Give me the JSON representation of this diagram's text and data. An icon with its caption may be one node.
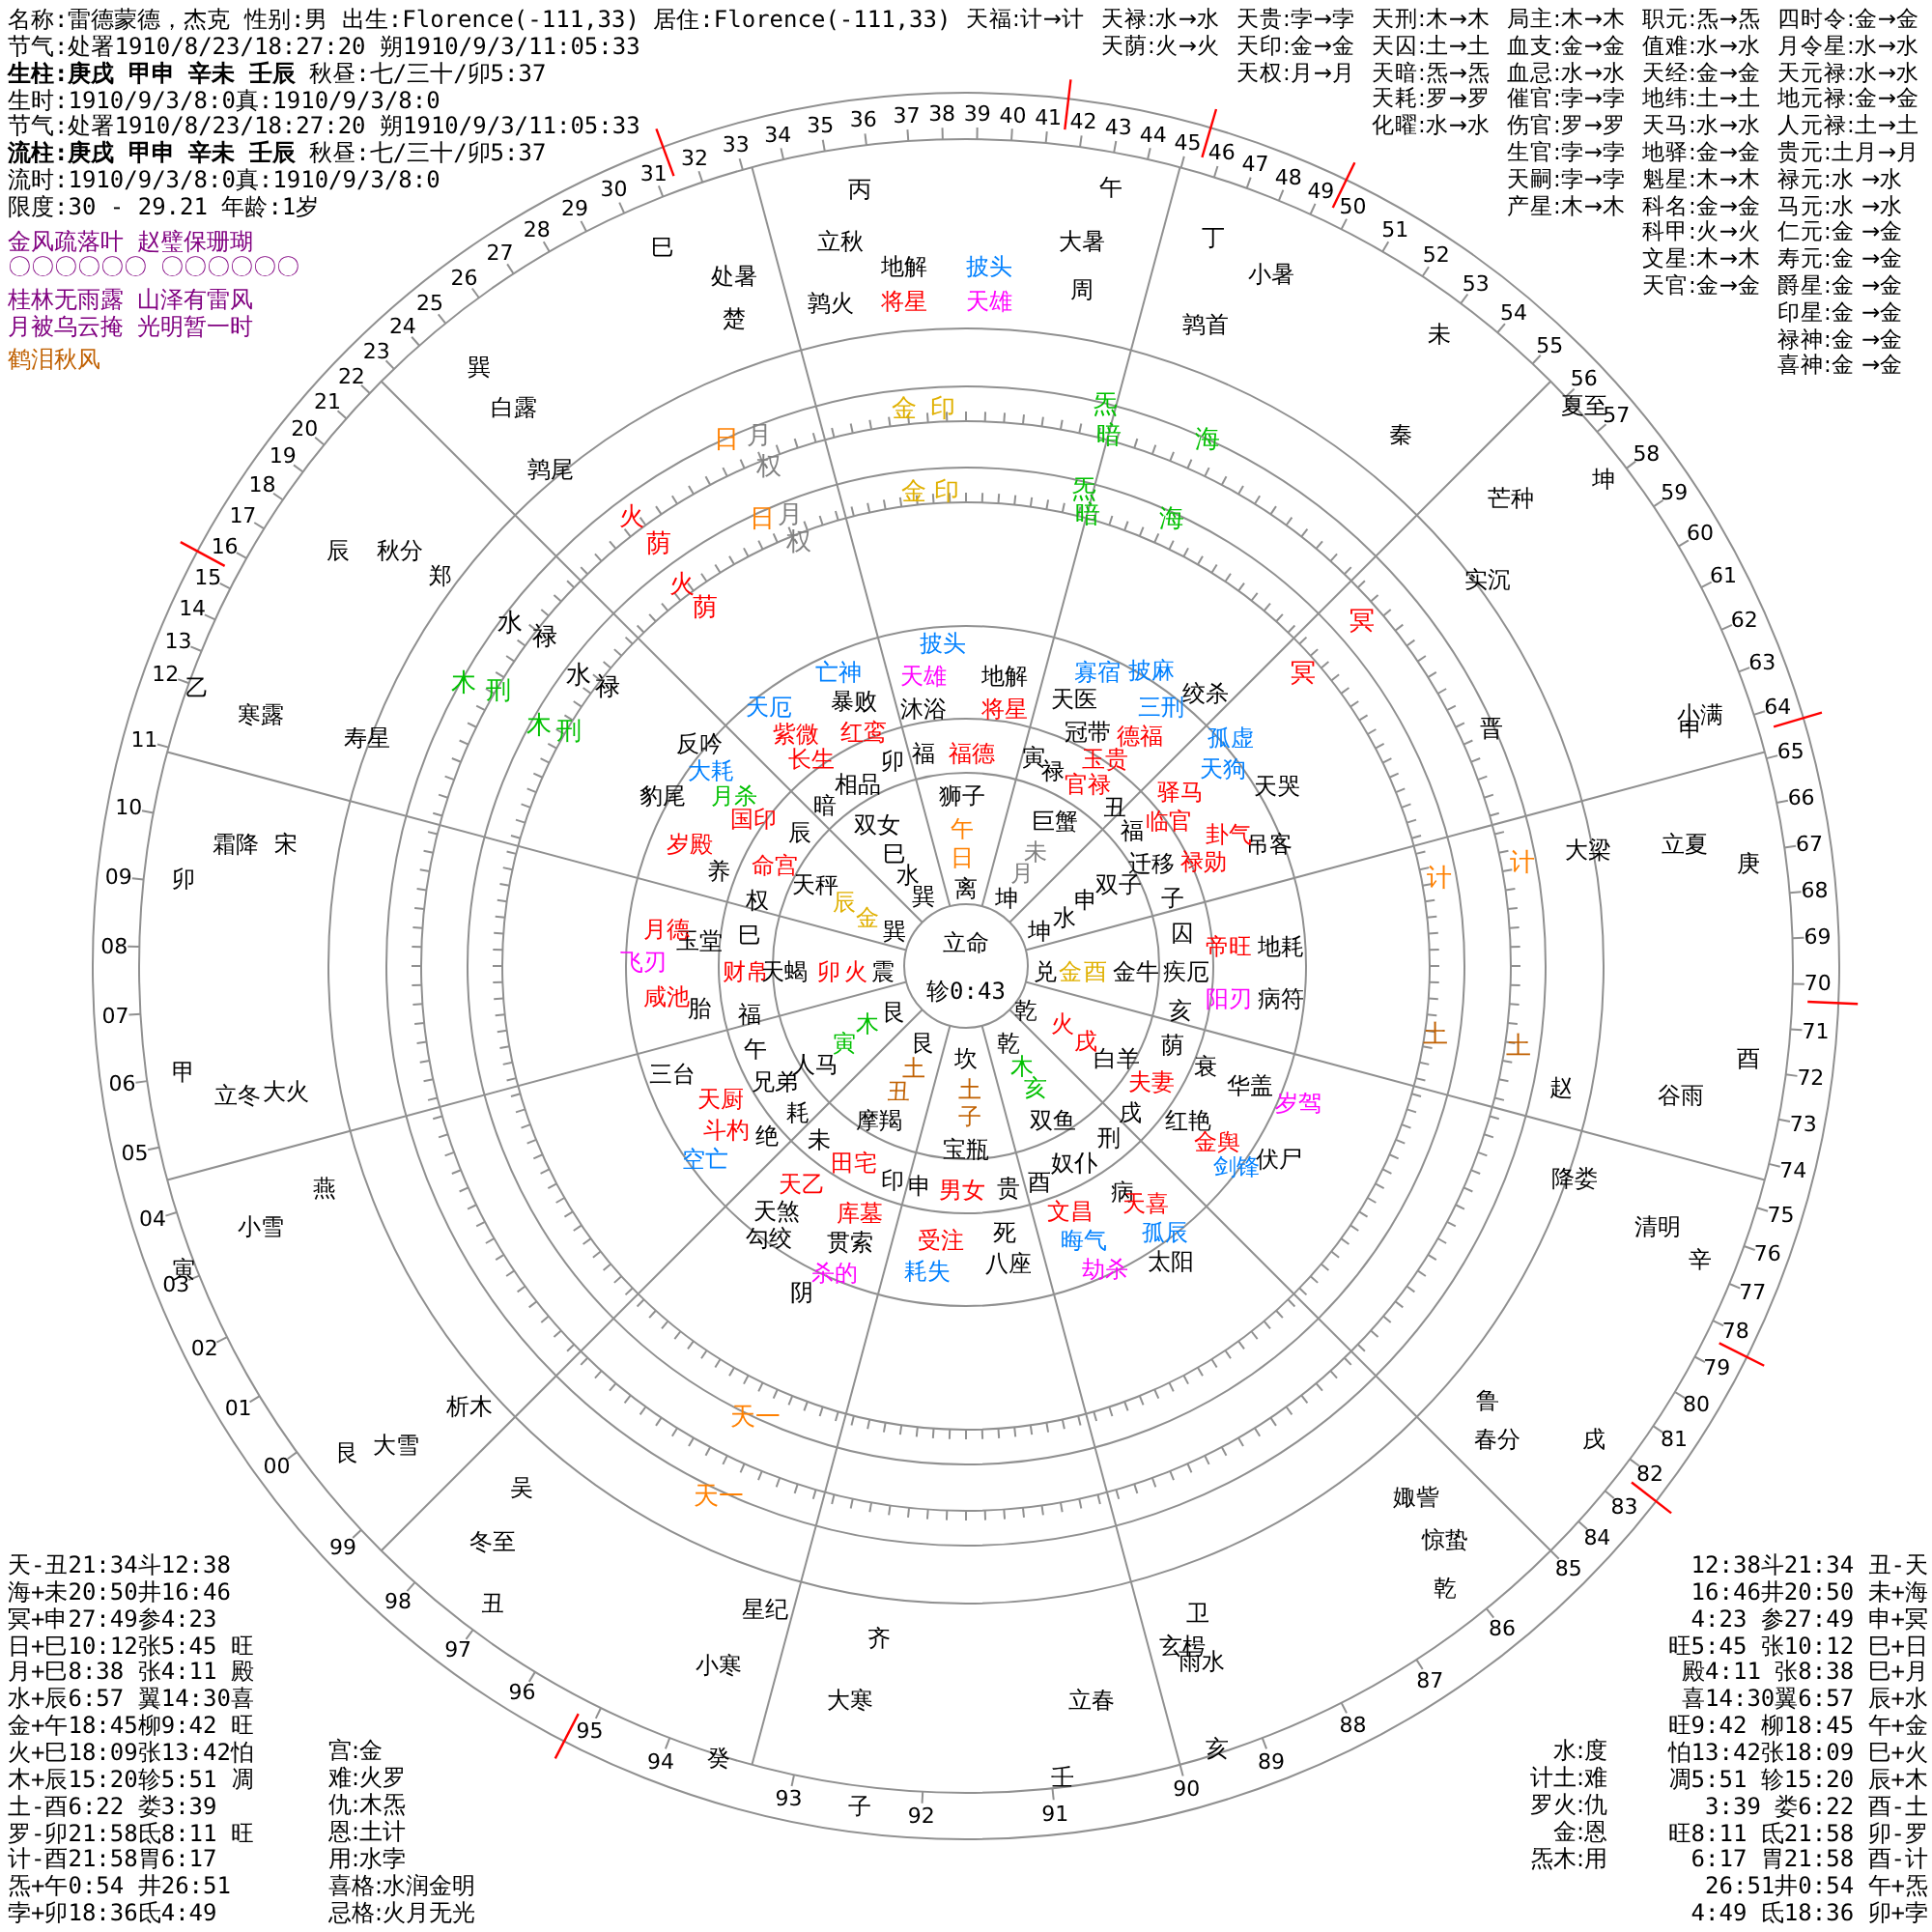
{
  "diagram": {
    "labels": [
      "名称:雷德蒙德，杰克 性别:男 出生:Florence(-111,33) 居住:Florence(-111,33)",
      "节气:处署1910/8/23/18:27:20 朔1910/9/3/11:05:33",
      "**生柱:庚戌 甲申 辛未 壬辰** 秋昼:七/三十/卯5:37",
      "生时:1910/9/3/8:0真:1910/9/3/8:0",
      "节气:处署1910/8/23/18:27:20 朔1910/9/3/11:05:33",
      "**流柱:庚戌 甲申 辛未 壬辰** 秋昼:七/三十/卯5:37",
      "流时:1910/9/3/8:0真:1910/9/3/8:0",
      "限度:30 - 29.21 年龄:1岁",
      "金风疏落叶 赵璧保珊瑚",
      "〇〇〇〇〇〇 〇〇〇〇〇〇",
      "桂林无雨露 山泽有雷风",
      "月被乌云掩 光明暂一时",
      "鹤泪秋风",
      "天福:计→计",
      "天禄:水→水",
      "天贵:孛→孛",
      "天刑:木→木",
      "局主:木→木",
      "职元:炁→炁",
      "四时令:金→金",
      "天荫:火→火",
      "天印:金→金",
      "天囚:土→土",
      "血支:金→金",
      "值难:水→水",
      "月令星:水→水",
      "天权:月→月",
      "天暗:炁→炁",
      "血忌:水→水",
      "天经:金→金",
      "天元禄:水→水",
      "天耗:罗→罗",
      "催官:孛→孛",
      "地纬:土→土",
      "地元禄:金→金",
      "化曜:水→水",
      "伤官:罗→罗",
      "天马:水→水",
      "人元禄:土→土",
      "生官:孛→孛",
      "地驿:金→金",
      "贵元:土月→月",
      "天嗣:孛→孛",
      "魁星:木→木",
      "禄元:水 →水",
      "产星:木→木",
      "科名:金→金",
      "马元:水 →水",
      "科甲:火→火",
      "仁元:金 →金",
      "文星:木→木",
      "寿元:金 →金",
      "天官:金→金",
      "爵星:金 →金",
      "印星:金 →金",
      "禄神:金 →金",
      "喜神:金 →金",
      "天-丑21:34斗12:38",
      "海+未20:50井16:46",
      "冥+申27:49参4:23",
      "日+巳10:12张5:45 旺",
      "月+巳8:38 张4:11 殿",
      "水+辰6:57 翼14:30喜",
      "金+午18:45柳9:42 旺",
      "火+巳18:09张13:42怕",
      "木+辰15:20轸5:51 凋",
      "土-酉6:22 娄3:39",
      "罗-卯21:58氐8:11 旺",
      "计-酉21:58胃6:17",
      "炁+午0:54 井26:51",
      "孛+卯18:36氐4:49",
      "宫:金",
      "难:火罗",
      "仇:木炁",
      "恩:土计",
      "用:水孛",
      "喜格:水润金明",
      "忌格:火月无光",
      "12:38斗21:34 丑-天",
      "16:46井20:50 未+海",
      "4:23 参27:49 申+冥",
      "旺5:45 张10:12 巳+日",
      "殿4:11 张8:38 巳+月",
      "喜14:30翼6:57 辰+水",
      "旺9:42 柳18:45 午+金",
      "怕13:42张18:09 巳+火",
      "凋5:51 轸15:20 辰+木",
      "3:39 娄6:22 酉-土",
      "旺8:11 氐21:58 卯-罗",
      "6:17 胃21:58 酉-计",
      "26:51井0:54 午+炁",
      "4:49 氐18:36 卯+孛",
      "水:度",
      "计土:难",
      "罗火:仇",
      "金:恩",
      "炁木:用",
      "00",
      "01",
      "02",
      "03",
      "04",
      "05",
      "06",
      "07",
      "08",
      "09",
      "10",
      "11",
      "12",
      "13",
      "14",
      "15",
      "16",
      "17",
      "18",
      "19",
      "20",
      "21",
      "22",
      "23",
      "24",
      "25",
      "26",
      "27",
      "28",
      "29",
      "30",
      "31",
      "32",
      "33",
      "34",
      "35",
      "36",
      "37",
      "38",
      "39",
      "40",
      "41",
      "42",
      "43",
      "44",
      "45",
      "46",
      "47",
      "48",
      "49",
      "50",
      "51",
      "52",
      "53",
      "54",
      "55",
      "56",
      "57",
      "58",
      "59",
      "60",
      "61",
      "62",
      "63",
      "64",
      "65",
      "66",
      "67",
      "68",
      "69",
      "70",
      "71",
      "72",
      "73",
      "74",
      "75",
      "76",
      "77",
      "78",
      "79",
      "80",
      "81",
      "82",
      "83",
      "84",
      "85",
      "86",
      "87",
      "88",
      "89",
      "90",
      "92",
      "91",
      "93",
      "94",
      "95",
      "96",
      "97",
      "98",
      "99",
      "丙",
      "午",
      "丁",
      "未",
      "坤",
      "申",
      "庚",
      "酉",
      "辛",
      "戌",
      "乾",
      "亥",
      "壬",
      "子",
      "癸",
      "丑",
      "艮",
      "寅",
      "甲",
      "卯",
      "乙",
      "辰",
      "巽",
      "巳",
      "立秋",
      "大暑",
      "小暑",
      "夏至",
      "芒种",
      "小满",
      "立夏",
      "谷雨",
      "清明",
      "春分",
      "惊蛰",
      "雨水",
      "大寒",
      "立春",
      "小寒",
      "冬至",
      "大雪",
      "小雪",
      "立冬",
      "霜降",
      "寒露",
      "秋分",
      "白露",
      "处暑",
      "周",
      "秦",
      "晋",
      "赵",
      "鲁",
      "卫",
      "齐",
      "吴",
      "燕",
      "宋",
      "郑",
      "楚",
      "鹑火",
      "鹑首",
      "实沉",
      "大梁",
      "降娄",
      "娵訾",
      "玄枵",
      "星纪",
      "析木",
      "大火",
      "寿星",
      "鹑尾",
      "日",
      "月",
      "权",
      "金",
      "印",
      "炁",
      "暗",
      "海",
      "冥",
      "火",
      "荫",
      "水",
      "禄",
      "木",
      "刑",
      "计",
      "土",
      "天一",
      "日",
      "月",
      "权",
      "金",
      "印",
      "炁",
      "暗",
      "海",
      "冥",
      "火",
      "荫",
      "水",
      "禄",
      "木",
      "刑",
      "计",
      "土",
      "天一",
      "地解",
      "披头",
      "将星",
      "天雄",
      "披头",
      "天雄",
      "地解",
      "沐浴",
      "将星",
      "亡神",
      "天厄",
      "暴败",
      "紫微",
      "红鸾",
      "长生",
      "反吟",
      "大耗",
      "月杀",
      "国印",
      "豹尾",
      "岁殿",
      "养",
      "寡宿",
      "披麻",
      "天医",
      "冠带",
      "三刑",
      "绞杀",
      "德福",
      "玉贵",
      "孤虚",
      "天狗",
      "天哭",
      "吊客",
      "驿马",
      "临官",
      "卦气",
      "禄勋",
      "帝旺",
      "地耗",
      "阳刃",
      "病符",
      "衰",
      "华盖",
      "岁驾",
      "红艳",
      "金舆",
      "剑锋",
      "伏尸",
      "病",
      "天喜",
      "孤辰",
      "太阳",
      "文昌",
      "晦气",
      "劫杀",
      "死",
      "八座",
      "受注",
      "耗失",
      "天乙",
      "天煞",
      "勾绞",
      "库墓",
      "贯索",
      "杀的",
      "阴",
      "三台",
      "天厨",
      "斗杓",
      "绝",
      "空亡",
      "胎",
      "玉堂",
      "月德",
      "咸池",
      "飞刃",
      "福",
      "福德",
      "寅",
      "禄",
      "官禄",
      "丑",
      "福",
      "迁移",
      "子",
      "囚",
      "疾厄",
      "亥",
      "荫",
      "夫妻",
      "戌",
      "田宅",
      "奴仆",
      "刑",
      "印",
      "申",
      "男女",
      "贵",
      "酉",
      "未",
      "耗",
      "兄弟",
      "午",
      "福",
      "财帛",
      "巳",
      "权",
      "命宫",
      "辰",
      "暗",
      "相品",
      "卯",
      "狮子",
      "午",
      "日",
      "离",
      "巨蟹",
      "未",
      "月",
      "坤",
      "双子",
      "申",
      "水",
      "坤",
      "兑",
      "金",
      "酉",
      "金牛",
      "白羊",
      "戌",
      "火",
      "乾",
      "双鱼",
      "亥",
      "木",
      "乾",
      "宝瓶",
      "子",
      "土",
      "坎",
      "摩羯",
      "丑",
      "土",
      "艮",
      "人马",
      "寅",
      "木",
      "艮",
      "天蝎",
      "卯",
      "火",
      "震",
      "天秤",
      "辰",
      "金",
      "巽",
      "双女",
      "巳",
      "水",
      "巽",
      "立命",
      "轸0:43"
    ]
  }
}
